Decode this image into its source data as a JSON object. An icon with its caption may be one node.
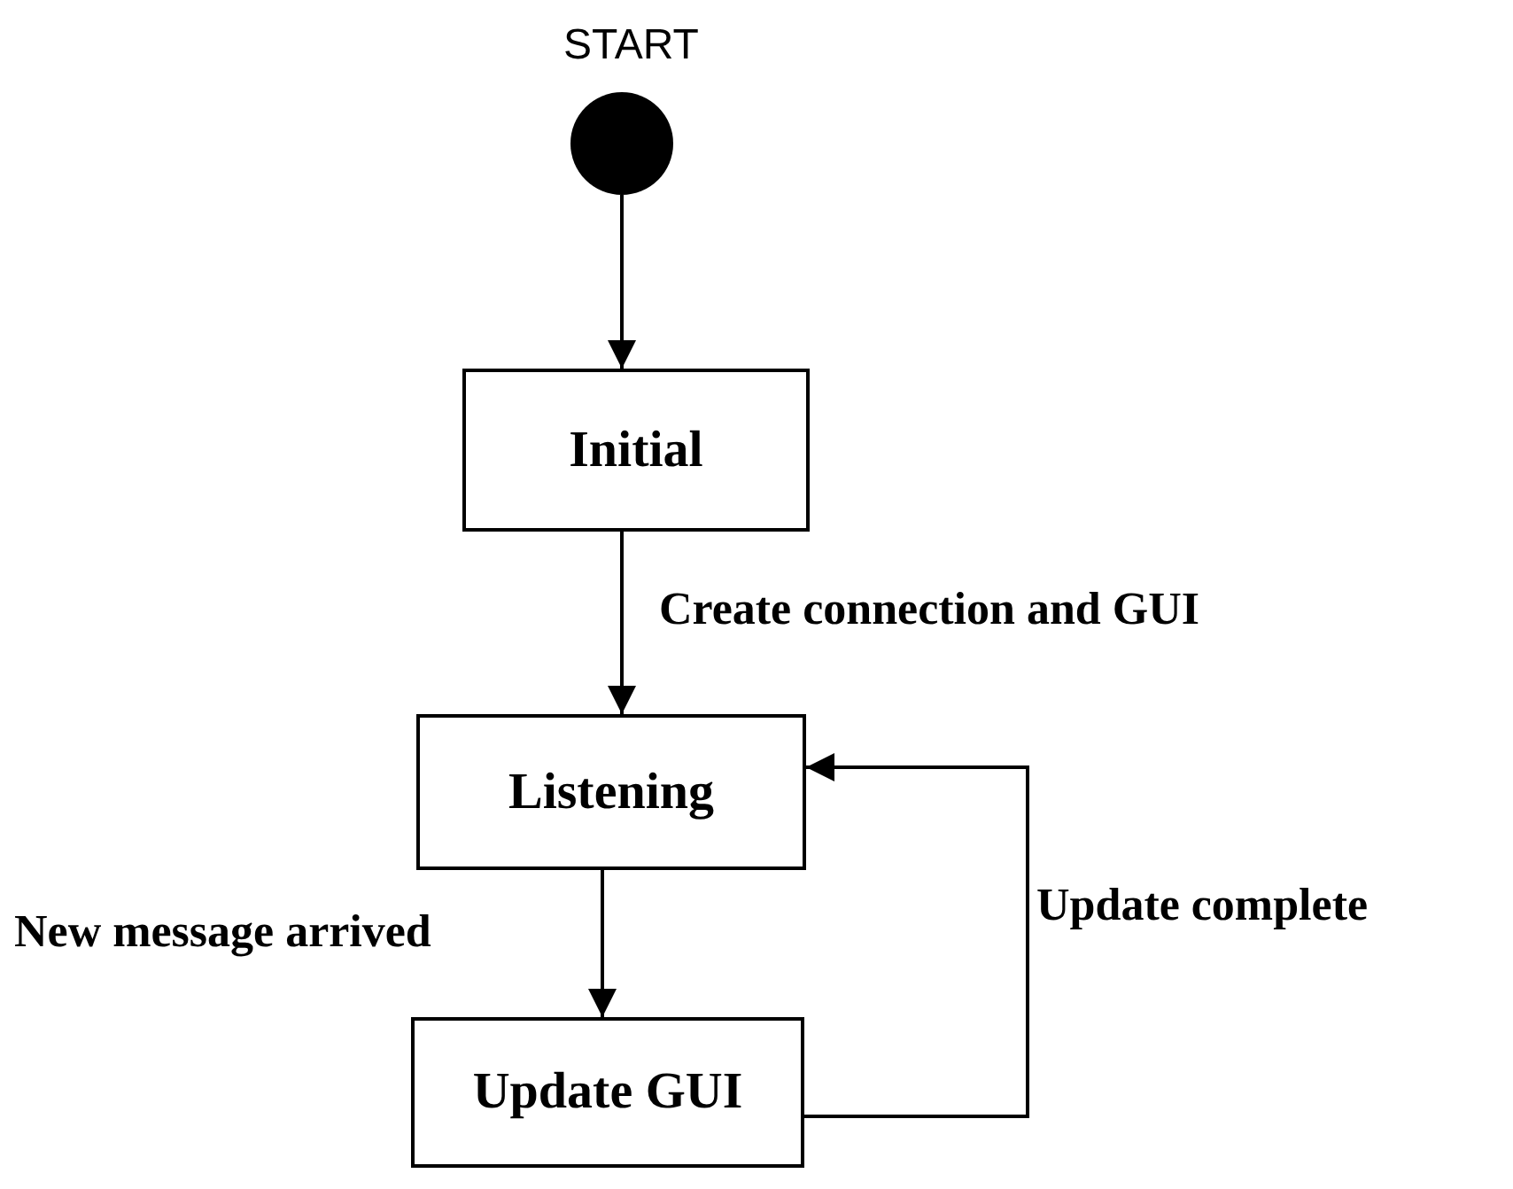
{
  "diagram": {
    "nodes": [
      {
        "text": [],
        "shape": "circle",
        "beside": [
          "START"
        ]
      },
      {
        "text": [
          "Initial"
        ]
      },
      {
        "text": [
          "Listening"
        ]
      },
      {
        "text": [
          "Update GUI"
        ]
      }
    ],
    "edges": [
      {
        "from": 0,
        "to": 1,
        "arrow": "to"
      },
      {
        "from": 1,
        "to": 2,
        "arrow": "to",
        "label": "Create connection and GUI"
      },
      {
        "from": 2,
        "to": 3,
        "arrow": "to",
        "label": "New message arrived"
      },
      {
        "from": 3,
        "to": 2,
        "arrow": "to",
        "label": "Update complete"
      }
    ]
  }
}
